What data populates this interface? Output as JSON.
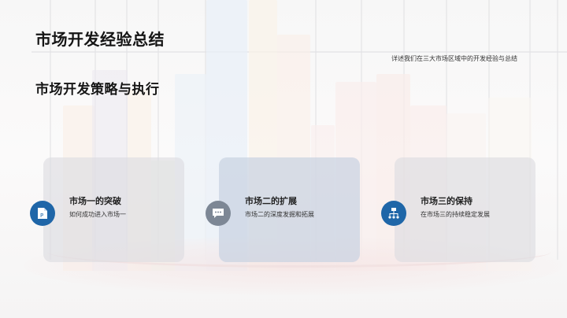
{
  "slide": {
    "title": "市场开发经验总结",
    "subtitle": "市场开发策略与执行",
    "description": "详述我们在三大市场区域中的开发经验与总结"
  },
  "cards": [
    {
      "title": "市场一的突破",
      "text": "如何成功进入市场一",
      "icon": "document-p-icon",
      "icon_color": "#1f66a8"
    },
    {
      "title": "市场二的扩展",
      "text": "市场二的深度发掘和拓展",
      "icon": "chat-bubble-icon",
      "icon_color": "#7d8795"
    },
    {
      "title": "市场三的保持",
      "text": "在市场三的持续稳定发展",
      "icon": "hierarchy-icon",
      "icon_color": "#1f66a8"
    }
  ],
  "colors": {
    "title_text": "#151515",
    "accent_blue": "#1f66a8",
    "accent_gray": "#7d8795",
    "card_bg": "#dcdbe0",
    "card_bg_blue": "#c8d2e1"
  }
}
